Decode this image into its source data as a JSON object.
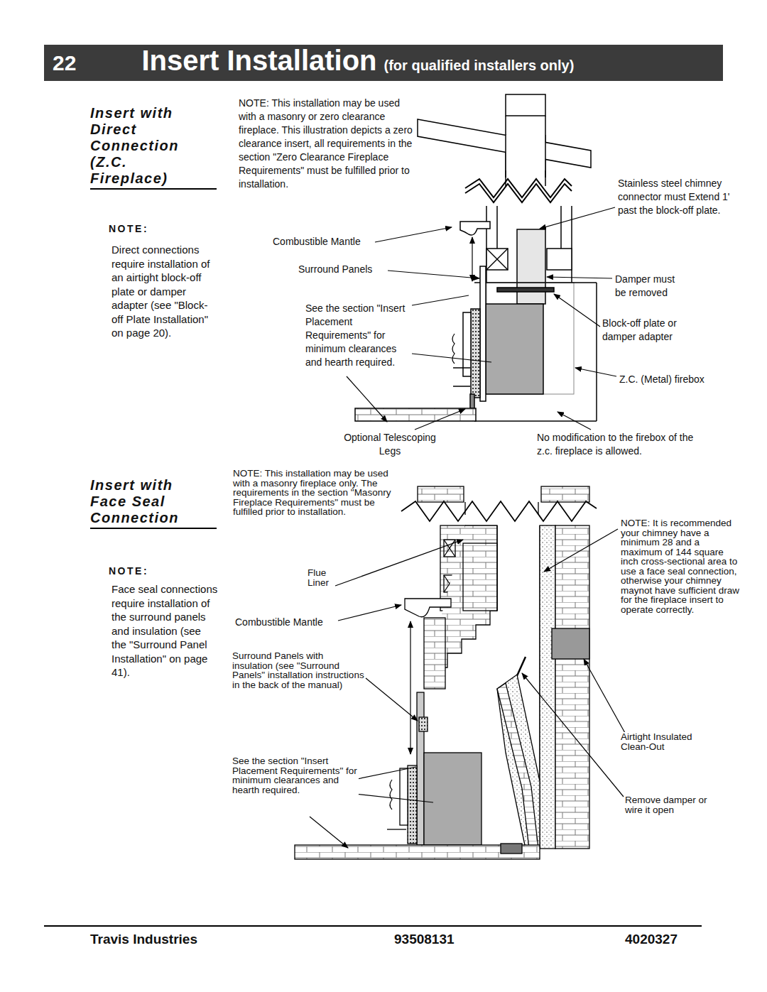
{
  "diagram": {
    "nodes": [
      {
        "text": [
          "22",
          "Insert Installation",
          "(for qualified installers only)"
        ]
      }
    ],
    "labels": [
      "Insert with Direct Connection (Z.C. Fireplace)",
      "NOTE:",
      "Direct connections require installation of an airtight block-off plate or damper adapter (see \"Block-off Plate Installation\" on page 20).",
      "NOTE: This installation may be used with a masonry or zero clearance fireplace. This illustration depicts a zero clearance insert, all requirements in the section \"Zero Clearance Fireplace Requirements\" must be fulfilled prior to installation.",
      "Combustible Mantle",
      "Surround Panels",
      "See the section \"Insert Placement Requirements\" for minimum clearances and hearth required.",
      "Optional Telescoping Legs",
      "Stainless steel chimney connector must Extend 1' past the block-off plate.",
      "Damper must be removed",
      "Block-off plate or damper adapter",
      "Z.C. (Metal) firebox",
      "No modification to the firebox of the z.c. fireplace is allowed.",
      "Insert with Face Seal Connection",
      "NOTE:",
      "Face seal connections require installation of the surround panels and insulation (see the \"Surround Panel Installation\" on page 41).",
      "NOTE: This installation may be used with a masonry fireplace only. The requirements in the section \"Masonry Fireplace Requirements\" must be fulfilled prior to installation.",
      "Flue Liner",
      "Combustible Mantle",
      "NOTE: It is recommended your chimney have a minimum 28 and a maximum of 144 square inch cross-sectional area to use a face seal connection, otherwise your chimney maynot have sufficient draw for the fireplace insert to operate correctly.",
      "Surround Panels with insulation (see \"Surround Panels\" installation instructions in the back of the manual)",
      "Airtight Insulated Clean-Out",
      "See the section \"Insert Placement Requirements\" for minimum clearances and hearth required.",
      "Remove damper or wire it open",
      "Travis Industries",
      "93508131",
      "4020327"
    ]
  }
}
